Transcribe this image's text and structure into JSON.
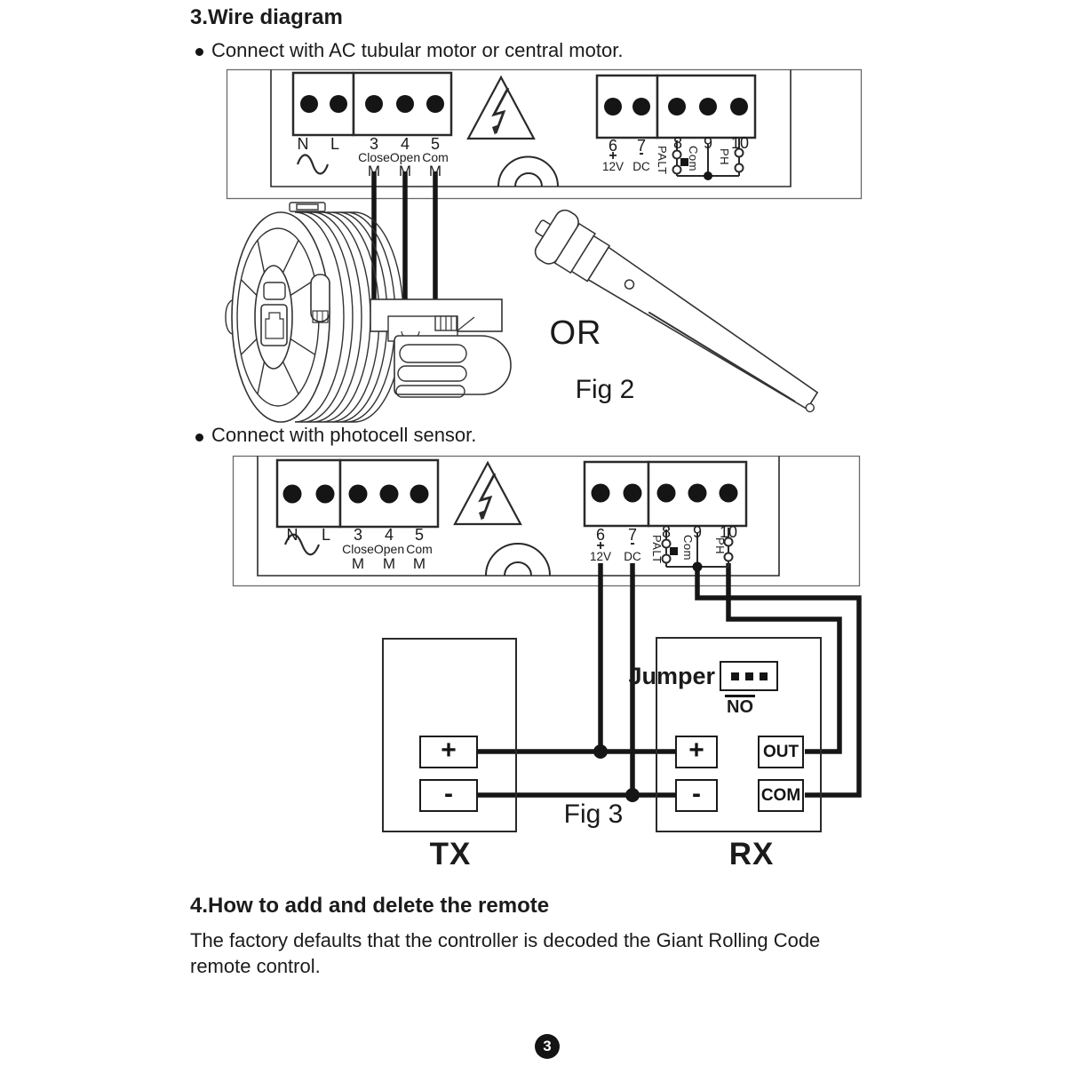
{
  "page": {
    "wire_title": "3.Wire diagram",
    "bullet_ac_motor": "Connect with AC tubular motor or central motor.",
    "bullet_photocell": "Connect with photocell sensor.",
    "or_label": "OR",
    "fig2_label": "Fig 2",
    "fig3_label": "Fig 3",
    "remote_title": "4.How to add and delete the remote",
    "remote_body": "The factory defaults that the controller is decoded the Giant Rolling Code remote control.",
    "page_number": "3"
  },
  "terminals": {
    "n": "N",
    "l": "L",
    "t3": "3",
    "t4": "4",
    "t5": "5",
    "close": "Close",
    "open": "Open",
    "com": "Com",
    "m": "M",
    "t6": "6",
    "t7": "7",
    "plus": "+",
    "minus": "-",
    "v12": "12V",
    "dc": "DC",
    "t8": "8",
    "t9": "9",
    "t10": "10",
    "palt": "PALT",
    "com9": "Com",
    "ph": "PH"
  },
  "fig3": {
    "tx": "TX",
    "rx": "RX",
    "jumper": "Jumper",
    "no": "NO",
    "plus": "+",
    "minus": "-",
    "out": "OUT",
    "com": "COM"
  }
}
